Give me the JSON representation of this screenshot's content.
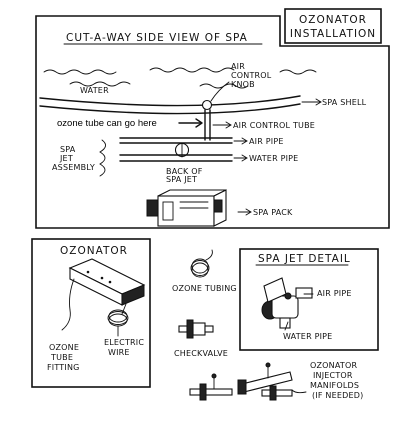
{
  "header": {
    "ozonator_installation_line1": "OZONATOR",
    "ozonator_installation_line2": "INSTALLATION"
  },
  "side_view": {
    "title": "CUT-A-WAY SIDE VIEW OF SPA",
    "water": "WATER",
    "air_control_knob": [
      "AIR",
      "CONTROL",
      "KNOB"
    ],
    "spa_shell": "SPA SHELL",
    "ozone_tube_note": "ozone tube can go here",
    "air_control_tube": "AIR CONTROL TUBE",
    "air_pipe": "AIR PIPE",
    "spa_jet_assembly": [
      "SPA",
      "JET",
      "ASSEMBLY"
    ],
    "back_of_spa_jet": [
      "BACK OF",
      "SPA JET"
    ],
    "water_pipe": "WATER PIPE",
    "spa_pack": "SPA PACK"
  },
  "ozonator_box": {
    "title": "OZONATOR",
    "ozone_tube_fitting": [
      "OZONE",
      "TUBE",
      "FITTING"
    ],
    "electric_wire": [
      "ELECTRIC",
      "WIRE"
    ]
  },
  "parts": {
    "ozone_tubing": "OZONE TUBING",
    "checkvalve": "CHECKVALVE",
    "manifolds": [
      "OZONATOR",
      "INJECTOR",
      "MANIFOLDS",
      "(IF NEEDED)"
    ]
  },
  "spa_jet_detail": {
    "title": "SPA JET DETAIL",
    "air_pipe": "AIR PIPE",
    "water_pipe": "WATER PIPE"
  }
}
